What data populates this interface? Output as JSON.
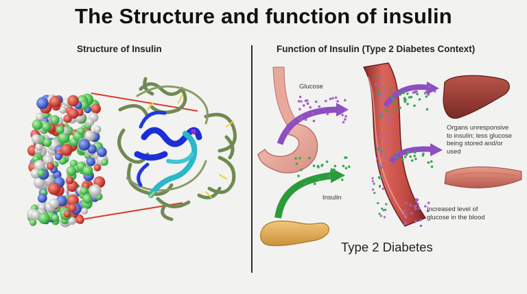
{
  "title": "The Structure and function of insulin",
  "left_panel": {
    "heading": "Structure of Insulin"
  },
  "right_panel": {
    "heading": "Function of Insulin (Type 2 Diabetes Context)",
    "labels": {
      "glucose": "Glucose",
      "insulin": "Insulin",
      "organs_unresponsive": [
        "Organs unresponsive",
        "to insulin; less glucose",
        "being stored and/or",
        "used"
      ],
      "increased_glucose": [
        "Increased level of",
        "glucose in the blood"
      ],
      "condition": "Type 2 Diabetes"
    }
  },
  "colors": {
    "background": "#f2f2f0",
    "atom_green": "#3ec43e",
    "atom_red": "#d8312a",
    "atom_white": "#d9d9d9",
    "atom_blue": "#3556c9",
    "helix_blue": "#1c2fd6",
    "helix_cyan": "#28b8c8",
    "coil_olive": "#6f8a52",
    "glucose_purple": "#a660c8",
    "insulin_green": "#35a855",
    "vessel_red": "#b8403a",
    "arrow_purple": "#8c4ec0",
    "arrow_green": "#2a9a3a",
    "zoom_line": "#d83a2a"
  },
  "icons": [
    "space-filling-protein-model",
    "ribbon-protein-model",
    "stomach-icon",
    "pancreas-icon",
    "blood-vessel-icon",
    "liver-icon",
    "muscle-icon"
  ]
}
